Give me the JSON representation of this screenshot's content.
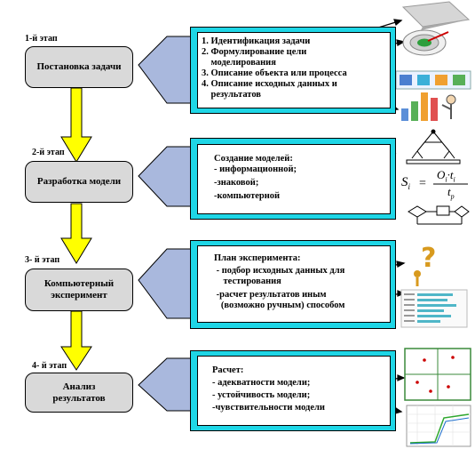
{
  "stages": [
    {
      "label": "1-й этап",
      "title_lines": [
        "Постановка задачи"
      ],
      "items": [
        "1. Идентификация задачи",
        "2. Формулирование цели",
        "    моделирования",
        "3. Описание объекта или процесса",
        "4. Описание исходных данных и",
        "    результатов"
      ]
    },
    {
      "label": "2-й этап",
      "title_lines": [
        "Разработка модели"
      ],
      "items": [
        "Создание моделей:",
        "- информационной;",
        "-знаковой;",
        "-компьютерной"
      ]
    },
    {
      "label": "3- й этап",
      "title_lines": [
        "Компьютерный",
        "эксперимент"
      ],
      "items": [
        "План эксперимента:",
        " - подбор исходных данных для",
        "    тестирования",
        " -расчет результатов иным",
        "   (возможно ручным) способом"
      ]
    },
    {
      "label": "4- й этап",
      "title_lines": [
        "Анализ",
        "результатов"
      ],
      "items": [
        "Расчет:",
        "- адекватности модели;",
        "- устойчивость модели;",
        "-чувствительности модели"
      ]
    }
  ],
  "formula": {
    "lhs": "S",
    "lhs_sub": "i",
    "numerator": "O",
    "numerator_sub": "i",
    "times": "·",
    "numerator_t": "t",
    "numerator_t_sub": "i",
    "denominator": "t",
    "denominator_sub": "p"
  },
  "colors": {
    "stage_box": "#d9d9d9",
    "frame": "#1ed6e6",
    "callout": "#a9b8dd",
    "arrow": "#ffff00"
  }
}
